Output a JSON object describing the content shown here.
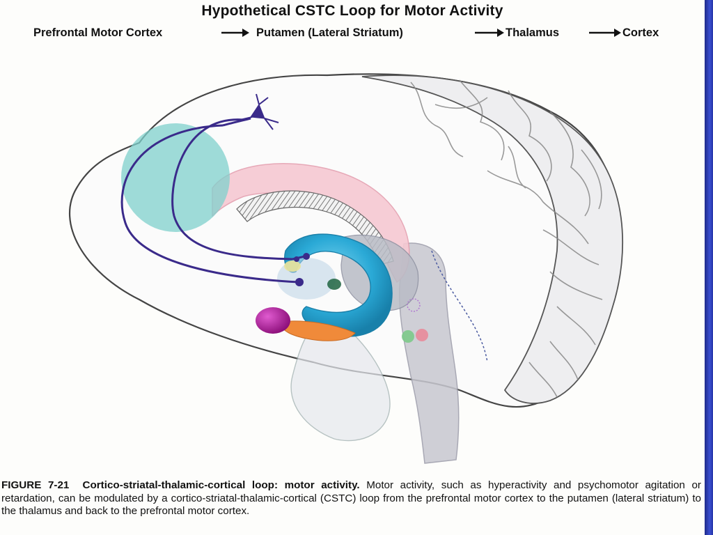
{
  "title": "Hypothetical CSTC Loop for Motor Activity",
  "flow": {
    "step1": "Prefrontal Motor Cortex",
    "step2": "Putamen (Lateral Striatum)",
    "step3": "Thalamus",
    "step4": "Cortex",
    "arrow": "→"
  },
  "caption": {
    "figure_label": "FIGURE 7-21",
    "figure_title": "Cortico-striatal-thalamic-cortical loop: motor activity.",
    "body": "Motor activity, such as hyperactivity and psychomotor agitation or retardation, can be modulated by a cortico-striatal-thalamic-cortical (CSTC) loop from the prefrontal motor cortex to the putamen (lateral striatum) to the thalamus and back to the prefrontal motor cortex."
  },
  "colors": {
    "prefrontal_region": "#7fd0cc",
    "corpus_callosum": "#f4c7cf",
    "striatum": "#2aa9d6",
    "neuron": "#3a2a8a",
    "amygdala": "#b0179a",
    "hippocampus_tail": "#f08a3a",
    "mammillary_green": "#7cc98a",
    "mammillary_red": "#e88a9a",
    "outline": "#444444",
    "brainstem": "#a8a8b0"
  },
  "icons": {
    "neuron_cell_body": "neuron-icon",
    "axon_terminal": "axon-terminal-icon"
  }
}
